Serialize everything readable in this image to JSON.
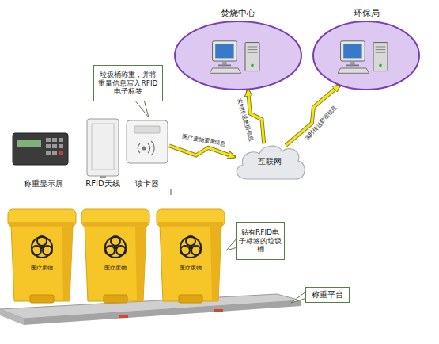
{
  "diagram": {
    "nodes": [
      {
        "text": [
          "焚烧中心"
        ]
      },
      {
        "text": [
          "环保局"
        ]
      },
      {
        "text": [
          "垃圾桶称重，并将重量信息写入RFID电子标签"
        ]
      },
      {
        "text": [
          "读卡器"
        ]
      },
      {
        "text": [
          "互联网"
        ]
      },
      {
        "text": [
          "贴有RFID电子标签的垃圾桶"
        ]
      },
      {
        "text": [
          "称重平台"
        ]
      }
    ],
    "edges": [
      {
        "from": 3,
        "to": 4,
        "arrow": "to",
        "label": "医疗废物重量信息"
      },
      {
        "from": 4,
        "to": 0,
        "arrow": "to",
        "label": "实时传送数据信息"
      },
      {
        "from": 4,
        "to": 1,
        "arrow": "to",
        "label": "实时传送数据信息"
      }
    ],
    "labels": [
      "称重显示屏",
      "RFID天线",
      "医疗废物",
      "医疗废物",
      "医疗废物"
    ]
  }
}
